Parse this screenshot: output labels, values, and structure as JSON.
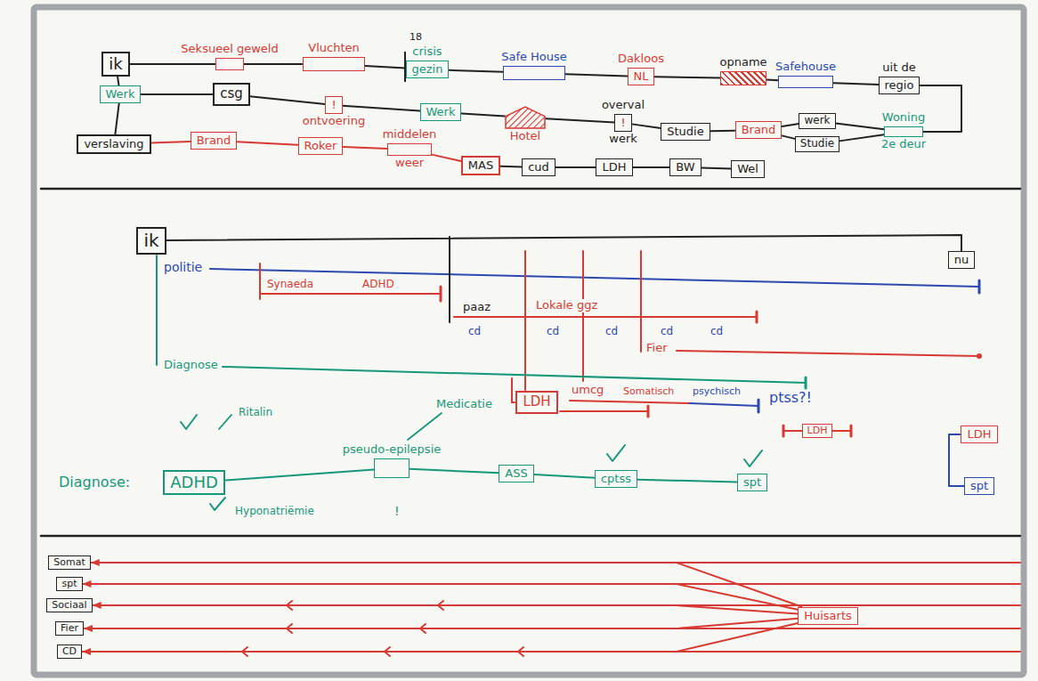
{
  "diagram": {
    "nodes": [
      {
        "text": [
          "ik"
        ]
      },
      {
        "text": [
          "Seksueel geweld"
        ]
      },
      {
        "text": [
          "Vluchten"
        ]
      },
      {
        "text": [
          "crisis",
          "gezin"
        ]
      },
      {
        "text": [
          "Safe House"
        ]
      },
      {
        "text": [
          "Dakloos",
          "NL"
        ]
      },
      {
        "text": [
          "opname"
        ]
      },
      {
        "text": [
          "Safehouse"
        ]
      },
      {
        "text": [
          "uit de",
          "regio"
        ]
      },
      {
        "text": [
          "Werk"
        ]
      },
      {
        "text": [
          "csg"
        ]
      },
      {
        "text": [
          "!",
          "ontvoering"
        ]
      },
      {
        "text": [
          "Werk"
        ]
      },
      {
        "text": [
          "Hotel"
        ]
      },
      {
        "text": [
          "overval",
          "!",
          "werk"
        ]
      },
      {
        "text": [
          "Studie"
        ]
      },
      {
        "text": [
          "Brand"
        ]
      },
      {
        "text": [
          "werk"
        ]
      },
      {
        "text": [
          "Studie"
        ]
      },
      {
        "text": [
          "Woning",
          "2e deur"
        ]
      },
      {
        "text": [
          "verslaving"
        ]
      },
      {
        "text": [
          "Brand"
        ]
      },
      {
        "text": [
          "Roker"
        ]
      },
      {
        "text": [
          "middelen",
          "weer"
        ]
      },
      {
        "text": [
          "MAS"
        ]
      },
      {
        "text": [
          "cud"
        ]
      },
      {
        "text": [
          "LDH"
        ]
      },
      {
        "text": [
          "BW"
        ]
      },
      {
        "text": [
          "Wel"
        ]
      },
      {
        "text": [
          "ik"
        ]
      },
      {
        "text": [
          "nu"
        ]
      },
      {
        "text": [
          "LDH"
        ]
      },
      {
        "text": [
          "LDH"
        ]
      },
      {
        "text": [
          "LDH"
        ]
      },
      {
        "text": [
          "spt"
        ]
      },
      {
        "text": [
          "ADHD"
        ]
      },
      {
        "text": [
          "pseudo-epilepsie"
        ]
      },
      {
        "text": [
          "ASS"
        ]
      },
      {
        "text": [
          "cptss"
        ]
      },
      {
        "text": [
          "spt"
        ]
      },
      {
        "text": [
          "Somat"
        ]
      },
      {
        "text": [
          "spt"
        ]
      },
      {
        "text": [
          "Sociaal"
        ]
      },
      {
        "text": [
          "Fier"
        ]
      },
      {
        "text": [
          "CD"
        ]
      },
      {
        "text": [
          "Huisarts"
        ]
      }
    ],
    "edges": [
      {
        "from": 0,
        "to": 1,
        "arrow": "none"
      },
      {
        "from": 1,
        "to": 2,
        "arrow": "none"
      },
      {
        "from": 2,
        "to": 3,
        "arrow": "none"
      },
      {
        "from": 3,
        "to": 4,
        "arrow": "none"
      },
      {
        "from": 4,
        "to": 5,
        "arrow": "none"
      },
      {
        "from": 5,
        "to": 6,
        "arrow": "none"
      },
      {
        "from": 6,
        "to": 7,
        "arrow": "none"
      },
      {
        "from": 7,
        "to": 8,
        "arrow": "none"
      },
      {
        "from": 8,
        "to": 19,
        "arrow": "none"
      },
      {
        "from": 0,
        "to": 9,
        "arrow": "none"
      },
      {
        "from": 9,
        "to": 20,
        "arrow": "none"
      },
      {
        "from": 9,
        "to": 10,
        "arrow": "none"
      },
      {
        "from": 10,
        "to": 11,
        "arrow": "none"
      },
      {
        "from": 11,
        "to": 12,
        "arrow": "none"
      },
      {
        "from": 12,
        "to": 13,
        "arrow": "none"
      },
      {
        "from": 13,
        "to": 14,
        "arrow": "none"
      },
      {
        "from": 14,
        "to": 15,
        "arrow": "none"
      },
      {
        "from": 15,
        "to": 16,
        "arrow": "none"
      },
      {
        "from": 16,
        "to": 17,
        "arrow": "none"
      },
      {
        "from": 16,
        "to": 18,
        "arrow": "none"
      },
      {
        "from": 17,
        "to": 19,
        "arrow": "none"
      },
      {
        "from": 18,
        "to": 19,
        "arrow": "none"
      },
      {
        "from": 20,
        "to": 21,
        "arrow": "none"
      },
      {
        "from": 21,
        "to": 22,
        "arrow": "none"
      },
      {
        "from": 22,
        "to": 23,
        "arrow": "none"
      },
      {
        "from": 23,
        "to": 24,
        "arrow": "none"
      },
      {
        "from": 24,
        "to": 25,
        "arrow": "none"
      },
      {
        "from": 25,
        "to": 26,
        "arrow": "none"
      },
      {
        "from": 26,
        "to": 27,
        "arrow": "none"
      },
      {
        "from": 27,
        "to": 28,
        "arrow": "none"
      },
      {
        "from": 29,
        "to": 30,
        "arrow": "none"
      },
      {
        "from": 33,
        "to": 34,
        "arrow": "none"
      },
      {
        "from": 35,
        "to": 36,
        "arrow": "none"
      },
      {
        "from": 36,
        "to": 37,
        "arrow": "none"
      },
      {
        "from": 37,
        "to": 38,
        "arrow": "none"
      },
      {
        "from": 38,
        "to": 39,
        "arrow": "none"
      },
      {
        "from": 45,
        "to": 40,
        "arrow": "to"
      },
      {
        "from": 45,
        "to": 41,
        "arrow": "to"
      },
      {
        "from": 45,
        "to": 42,
        "arrow": "to"
      },
      {
        "from": 45,
        "to": 43,
        "arrow": "to"
      },
      {
        "from": 45,
        "to": 44,
        "arrow": "to"
      }
    ],
    "labels": [
      "18",
      "politie",
      "Synaeda",
      "ADHD",
      "paaz",
      "Lokale ggz",
      "cd",
      "cd",
      "cd",
      "cd",
      "cd",
      "Fier",
      "Diagnose",
      "umcg",
      "Somatisch",
      "psychisch",
      "ptss?!",
      "Ritalin",
      "Medicatie",
      "Diagnose:",
      "!",
      "Hyponatriëmie"
    ]
  }
}
